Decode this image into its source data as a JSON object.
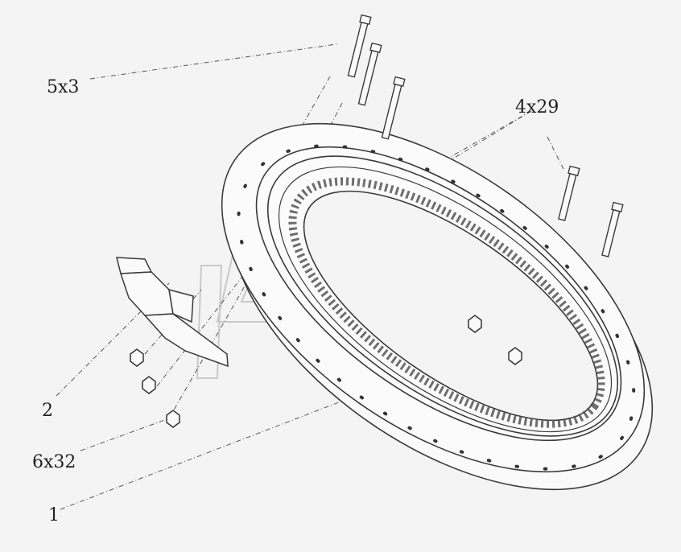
{
  "callouts": {
    "bolts_top": "5x3",
    "bolts_right": "4x29",
    "bracket": "2",
    "nuts": "6x32",
    "ring": "1"
  },
  "colors": {
    "line": "#3a3a3a",
    "background": "#f4f4f4",
    "leader": "#555555",
    "watermark": "#c8c8c8"
  }
}
